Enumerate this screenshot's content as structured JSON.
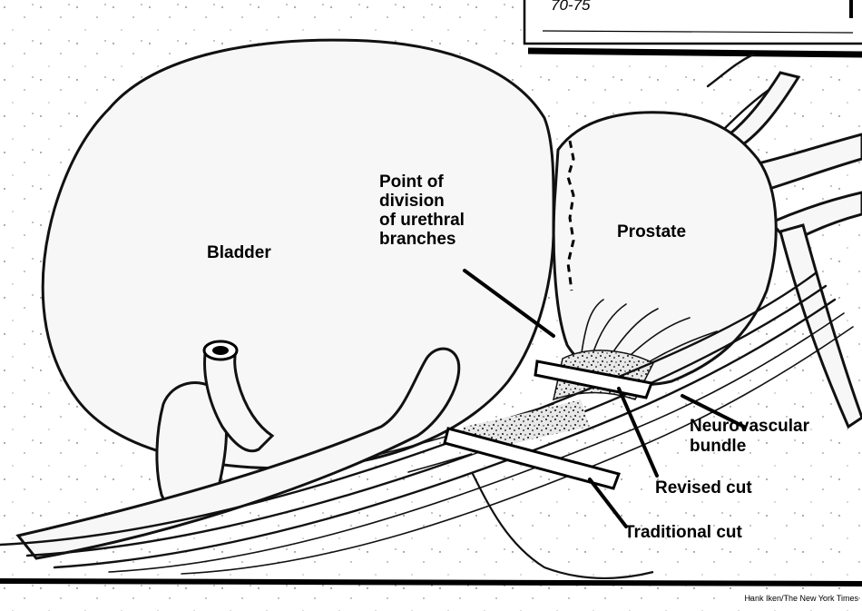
{
  "table_fragment": {
    "row_text": "70-75"
  },
  "labels": {
    "bladder": "Bladder",
    "prostate": "Prostate",
    "point_of_division": "Point of\ndivision\nof urethral\nbranches",
    "neurovascular_bundle": "Neurovascular\nbundle",
    "revised_cut": "Revised cut",
    "traditional_cut": "Traditional cut"
  },
  "credit": "Hank Iken/The New York Times"
}
